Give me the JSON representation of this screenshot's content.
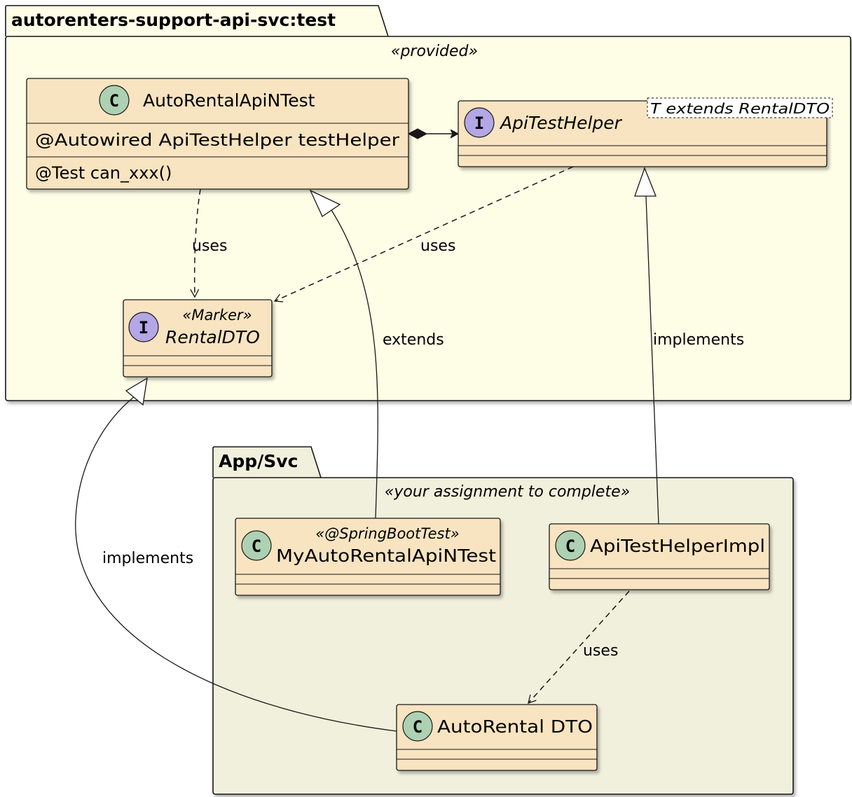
{
  "packages": {
    "test": {
      "name": "autorenters-support-api-svc:test",
      "stereotype": "«provided»"
    },
    "app": {
      "name": "App/Svc",
      "stereotype": "«your assignment to complete»"
    }
  },
  "classes": {
    "auto_rental_api_ntest": {
      "badge": "C",
      "name": "AutoRentalApiNTest",
      "field": "@Autowired ApiTestHelper testHelper",
      "method": "@Test can_xxx()"
    },
    "api_test_helper": {
      "badge": "I",
      "name": "ApiTestHelper",
      "generic": "T extends RentalDTO"
    },
    "rental_dto": {
      "badge": "I",
      "stereotype": "«Marker»",
      "name": "RentalDTO"
    },
    "my_auto_rental_api_ntest": {
      "badge": "C",
      "stereotype": "«@SpringBootTest»",
      "name": "MyAutoRentalApiNTest"
    },
    "api_test_helper_impl": {
      "badge": "C",
      "name": "ApiTestHelperImpl"
    },
    "auto_rental_dto": {
      "badge": "C",
      "name": "AutoRental DTO"
    }
  },
  "relations": {
    "ntest_uses_dto": "uses",
    "helper_uses_dto": "uses",
    "my_extends": "extends",
    "impl_implements": "implements",
    "dto_implements": "implements",
    "impl_uses_autorental": "uses"
  },
  "colors": {
    "class_fill": "#F8E4C0",
    "class_border": "#181818",
    "class_badge": "#ADD1B2",
    "interface_badge": "#B4A7E5",
    "package_test_fill": "#FEFDE6",
    "package_app_fill": "#F1F0DD"
  }
}
